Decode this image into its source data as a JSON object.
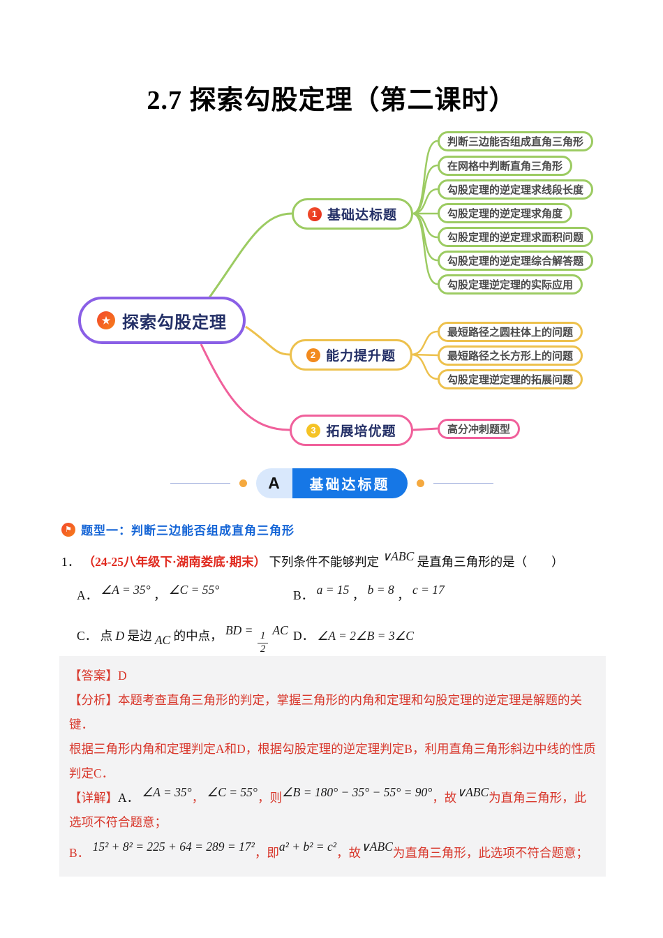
{
  "page": {
    "title": "2.7 探索勾股定理（第二课时）"
  },
  "colors": {
    "mindmap_green": "#9CCB62",
    "mindmap_yellow": "#EDC14D",
    "mindmap_pink": "#F0609B",
    "mindmap_purple": "#8A5FE6",
    "node_text_navy": "#232F66",
    "banner_blue": "#1677E6",
    "banner_light_blue": "#D9E8FC",
    "banner_dot_orange": "#F5A93F",
    "topic_blue": "#1565D6",
    "source_red": "#E02A1F",
    "solution_red": "#D8372B",
    "solution_bg": "#F3F3F4"
  },
  "mindmap": {
    "root": {
      "label": "探索勾股定理"
    },
    "branches": [
      {
        "num": "1",
        "label": "基础达标题",
        "leaves": [
          "判断三边能否组成直角三角形",
          "在网格中判断直角三角形",
          "勾股定理的逆定理求线段长度",
          "勾股定理的逆定理求角度",
          "勾股定理的逆定理求面积问题",
          "勾股定理的逆定理综合解答题",
          "勾股定理逆定理的实际应用"
        ]
      },
      {
        "num": "2",
        "label": "能力提升题",
        "leaves": [
          "最短路径之圆柱体上的问题",
          "最短路径之长方形上的问题",
          "勾股定理逆定理的拓展问题"
        ]
      },
      {
        "num": "3",
        "label": "拓展培优题",
        "leaves": [
          "高分冲刺题型"
        ]
      }
    ]
  },
  "section_banner": {
    "letter": "A",
    "label": "基础达标题"
  },
  "topic": {
    "label": "题型一：判断三边能否组成直角三角形"
  },
  "question": {
    "number": "1．",
    "source": "（24-25八年级下·湖南娄底·期末）",
    "stem_prefix": "下列条件不能够判定",
    "stem_math": "∨ABC",
    "stem_suffix": "是直角三角形的是（　　）",
    "options": {
      "a_label": "A．",
      "a_math1": "∠A = 35°",
      "a_sep": "，",
      "a_math2": "∠C = 55°",
      "b_label": "B．",
      "b_math1": "a = 15",
      "b_sep1": "，",
      "b_math2": "b = 8",
      "b_sep2": "，",
      "b_math3": "c = 17",
      "c_label": "C．",
      "c_text1": "点",
      "c_math1": "D",
      "c_text2": "是边",
      "c_math2": "AC",
      "c_text3": "的中点，",
      "c_frac_prefix": "BD =",
      "c_frac_num": "1",
      "c_frac_den": "2",
      "c_frac_suffix": "AC",
      "d_label": "D．",
      "d_math": "∠A = 2∠B = 3∠C"
    }
  },
  "solution": {
    "answer_label": "【答案】",
    "answer_value": "D",
    "analysis_label": "【分析】",
    "analysis_text1": "本题考查直角三角形的判定，掌握三角形的内角和定理和勾股定理的逆定理是解题的关键．",
    "analysis_text2": "根据三角形内角和定理判定A和D，根据勾股定理的逆定理判定B，利用直角三角形斜边中线的性质判定C．",
    "detail_label": "【详解】",
    "detail_a": {
      "label": "A．",
      "math1": "∠A = 35°",
      "sep1": "，",
      "math2": "∠C = 55°",
      "sep2": "，",
      "text1": "则",
      "math3": "∠B = 180° − 35° − 55° = 90°",
      "sep3": "，",
      "text2": "故",
      "math4": "∨ABC",
      "text3": "为直角三角形，此选项不符合题意；"
    },
    "detail_b": {
      "label": "B．",
      "math1": "15² + 8² = 225 + 64 = 289 = 17²",
      "sep1": "，",
      "text1": "即",
      "math2": "a² + b² = c²",
      "sep2": "，",
      "text2": "故",
      "math3": "∨ABC",
      "text3": "为直角三角形，此选项不符合题意；"
    }
  }
}
